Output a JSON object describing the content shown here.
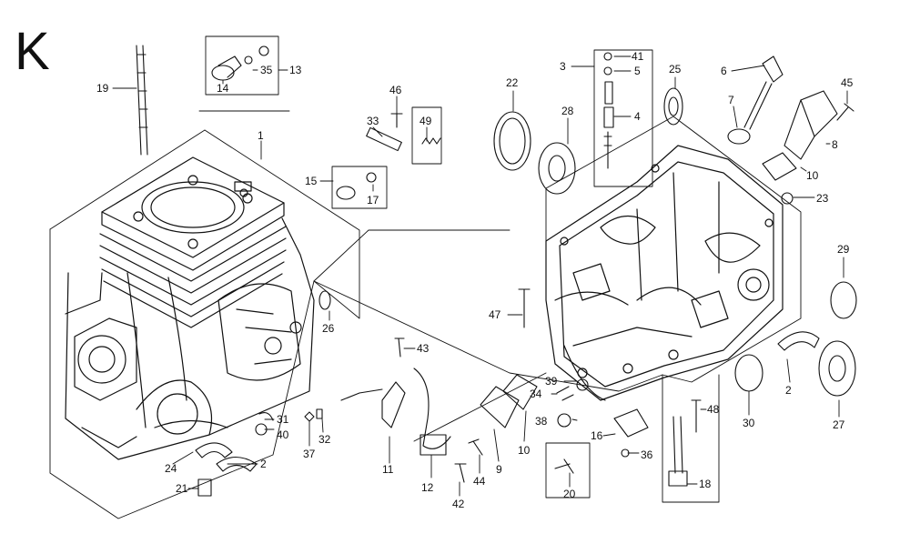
{
  "section_letter": "K",
  "callouts": {
    "n1": "1",
    "n2a": "2",
    "n2b": "2",
    "n3": "3",
    "n4": "4",
    "n5": "5",
    "n6": "6",
    "n7": "7",
    "n8": "8",
    "n9": "9",
    "n10a": "10",
    "n10b": "10",
    "n11": "11",
    "n12": "12",
    "n13": "13",
    "n14": "14",
    "n15": "15",
    "n16": "16",
    "n17": "17",
    "n18": "18",
    "n19": "19",
    "n20": "20",
    "n21": "21",
    "n22": "22",
    "n23": "23",
    "n24": "24",
    "n25": "25",
    "n26": "26",
    "n27": "27",
    "n28": "28",
    "n29": "29",
    "n30": "30",
    "n31": "31",
    "n32": "32",
    "n33": "33",
    "n34": "34",
    "n35": "35",
    "n36": "36",
    "n37": "37",
    "n38": "38",
    "n39": "39",
    "n40": "40",
    "n41": "41",
    "n42": "42",
    "n43": "43",
    "n44": "44",
    "n45": "45",
    "n46": "46",
    "n47": "47",
    "n48": "48",
    "n49": "49"
  },
  "colors": {
    "ink": "#111111",
    "background": "#ffffff"
  }
}
